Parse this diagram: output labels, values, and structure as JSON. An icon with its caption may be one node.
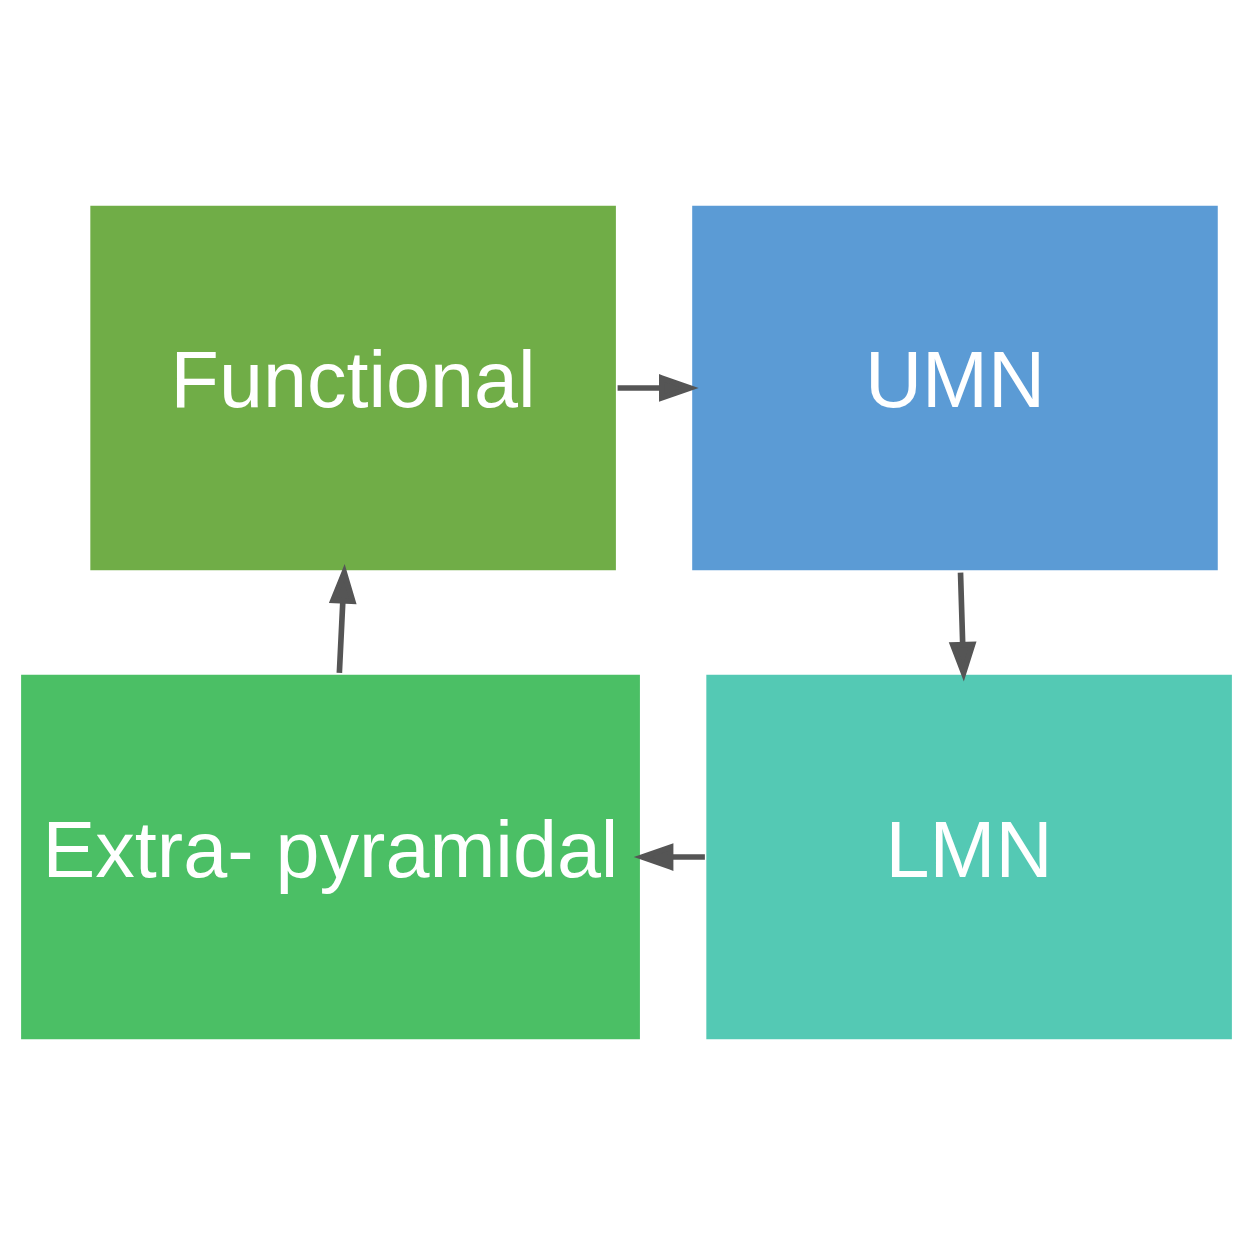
{
  "diagram": {
    "nodes": [
      {
        "text": [
          "Functional"
        ]
      },
      {
        "text": [
          "UMN"
        ]
      },
      {
        "text": [
          "Extra- pyramidal"
        ]
      },
      {
        "text": [
          "LMN"
        ]
      }
    ],
    "edges": [
      {
        "from": 0,
        "to": 1,
        "arrow": "to"
      },
      {
        "from": 1,
        "to": 3,
        "arrow": "to"
      },
      {
        "from": 3,
        "to": 2,
        "arrow": "to"
      },
      {
        "from": 2,
        "to": 0,
        "arrow": "to"
      }
    ]
  }
}
